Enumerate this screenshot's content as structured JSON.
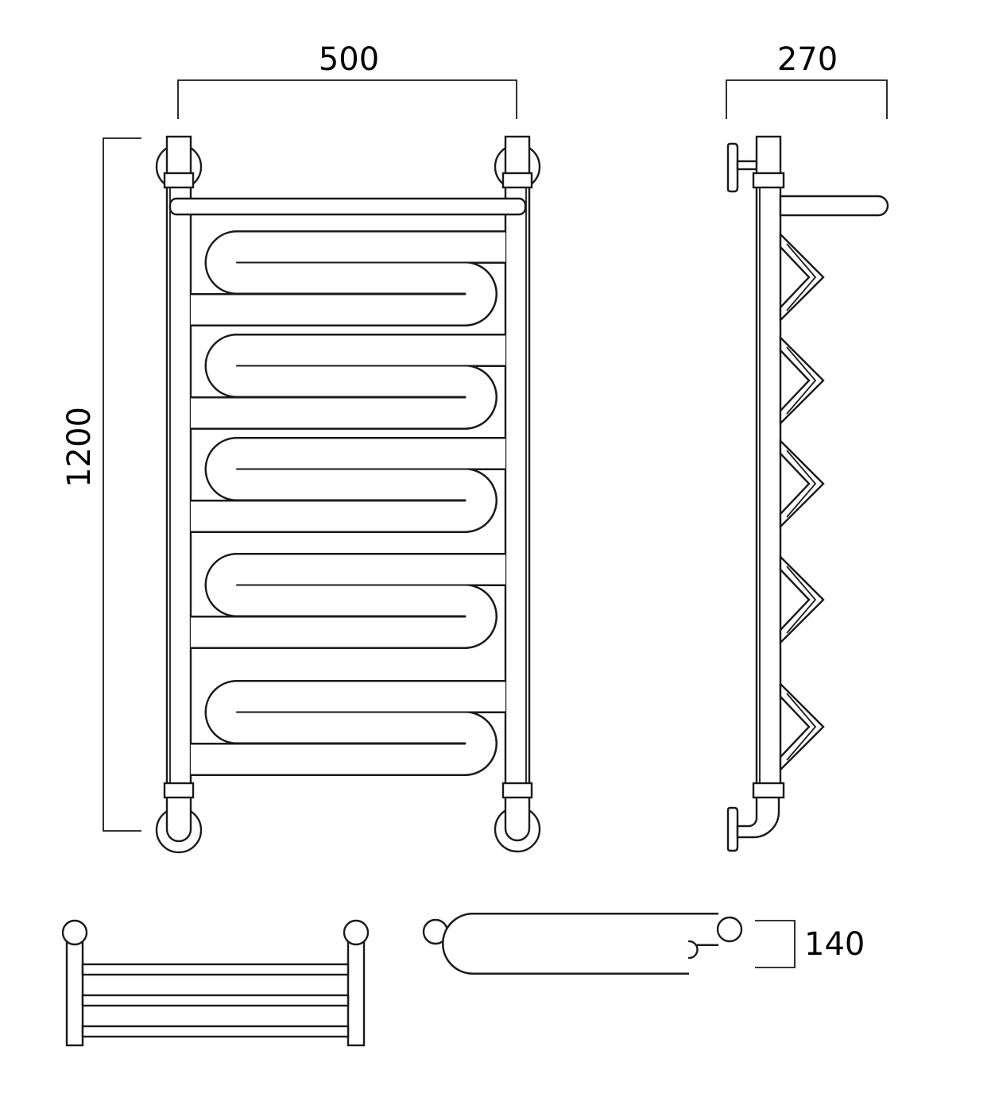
{
  "dimensions": {
    "width": "500",
    "depth": "270",
    "height": "1200",
    "shelf_depth": "140"
  },
  "colors": {
    "line": "#1a1a1a",
    "background": "#ffffff"
  }
}
